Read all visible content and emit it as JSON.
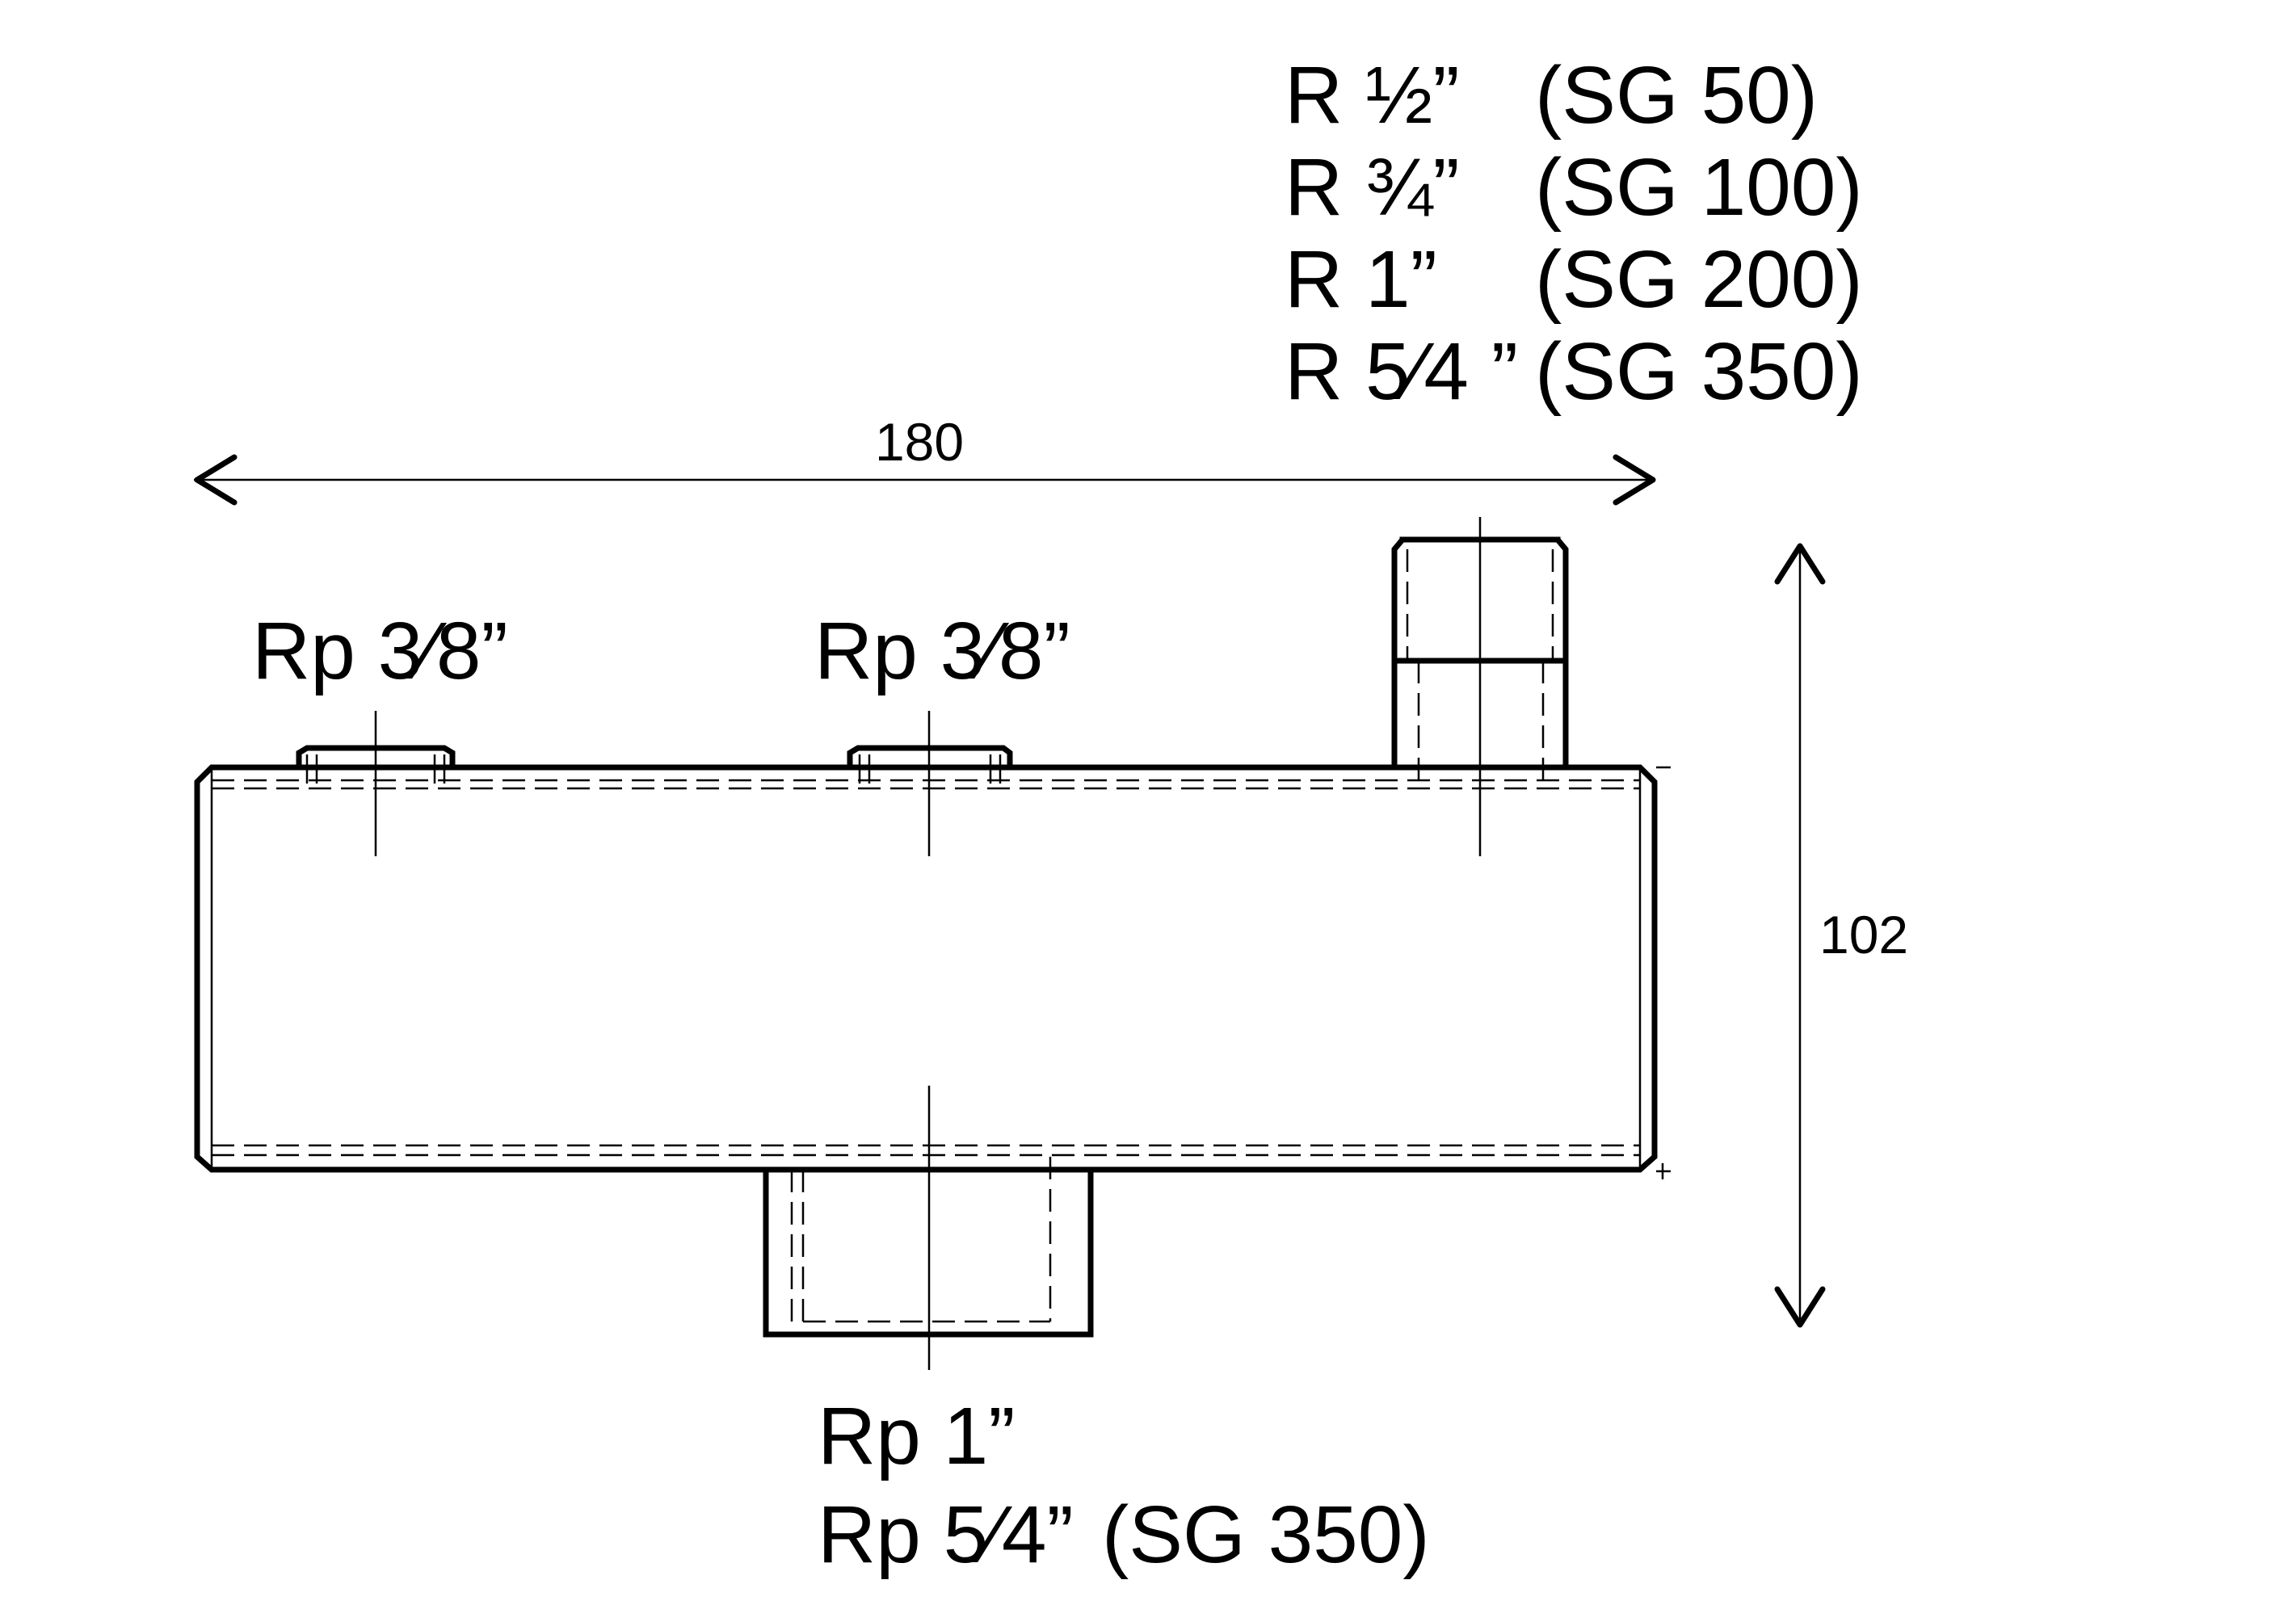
{
  "outlet_top": {
    "lines": [
      {
        "thread": "R ½”",
        "model": "(SG 50)"
      },
      {
        "thread": "R ¾”",
        "model": "(SG 100)"
      },
      {
        "thread": "R 1”",
        "model": "(SG 200)"
      },
      {
        "thread": "R 5⁄4 ”",
        "model": "(SG 350)"
      }
    ]
  },
  "port_left": {
    "label": "Rp  3⁄8”"
  },
  "port_middle": {
    "label": "Rp  3⁄8”"
  },
  "bottom_outlet": {
    "line1": "Rp   1”",
    "line2_thread": "Rp 5⁄4”",
    "line2_model": "(SG 350)"
  },
  "dimensions": {
    "length": "180",
    "height": "102"
  }
}
